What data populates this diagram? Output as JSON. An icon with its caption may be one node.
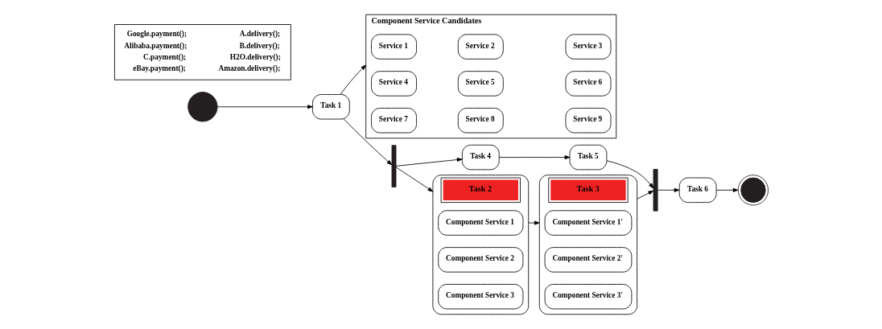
{
  "diagram": {
    "nodes": [
      {
        "text": [],
        "shape": "circle"
      },
      {
        "text": [
          "Task 1"
        ]
      },
      {
        "text": [
          "Component Service Candidates"
        ]
      },
      {
        "text": [
          "Service 1"
        ],
        "in": 2
      },
      {
        "text": [
          "Service 2"
        ],
        "in": 2
      },
      {
        "text": [
          "Service 3"
        ],
        "in": 2
      },
      {
        "text": [
          "Service 4"
        ],
        "in": 2
      },
      {
        "text": [
          "Service 5"
        ],
        "in": 2
      },
      {
        "text": [
          "Service 6"
        ],
        "in": 2
      },
      {
        "text": [
          "Service 7"
        ],
        "in": 2
      },
      {
        "text": [
          "Service 8"
        ],
        "in": 2
      },
      {
        "text": [
          "Service 9"
        ],
        "in": 2
      },
      {
        "text": [],
        "shape": "bar"
      },
      {
        "text": [
          "Task 4"
        ]
      },
      {
        "text": [
          "Task 5"
        ]
      },
      {
        "text": [
          "Task 2"
        ]
      },
      {
        "text": [
          "Component Service 1"
        ],
        "in": 15
      },
      {
        "text": [
          "Component Service 2"
        ],
        "in": 15
      },
      {
        "text": [
          "Component Service 3"
        ],
        "in": 15
      },
      {
        "text": [
          "Task 3"
        ]
      },
      {
        "text": [
          "Component Service 1′"
        ],
        "in": 19
      },
      {
        "text": [
          "Component Service 2′"
        ],
        "in": 19
      },
      {
        "text": [
          "Component Service 3′"
        ],
        "in": 19
      },
      {
        "text": [],
        "shape": "bar"
      },
      {
        "text": [
          "Task 6"
        ]
      },
      {
        "text": [],
        "shape": "circle"
      },
      {
        "text": [
          "Google.payment();",
          "A.delivery();",
          "Alibaba.payment();",
          "B.delivery();",
          "C.payment();",
          "H2O.delivery();",
          "eBay.payment();",
          "Amazon.delivery();"
        ]
      }
    ],
    "edges": [
      {
        "from": 0,
        "to": 1,
        "arrow": "to"
      },
      {
        "from": 1,
        "to": 2,
        "arrow": "to"
      },
      {
        "from": 1,
        "to": 12,
        "arrow": "to"
      },
      {
        "from": 12,
        "to": 13,
        "arrow": "to"
      },
      {
        "from": 12,
        "to": 15,
        "arrow": "to"
      },
      {
        "from": 13,
        "to": 14,
        "arrow": "to"
      },
      {
        "from": 14,
        "to": 23,
        "arrow": "to"
      },
      {
        "from": 15,
        "to": 19,
        "arrow": "to"
      },
      {
        "from": 19,
        "to": 23,
        "arrow": "to"
      },
      {
        "from": 23,
        "to": 24,
        "arrow": "to"
      },
      {
        "from": 24,
        "to": 25,
        "arrow": "to"
      }
    ]
  }
}
